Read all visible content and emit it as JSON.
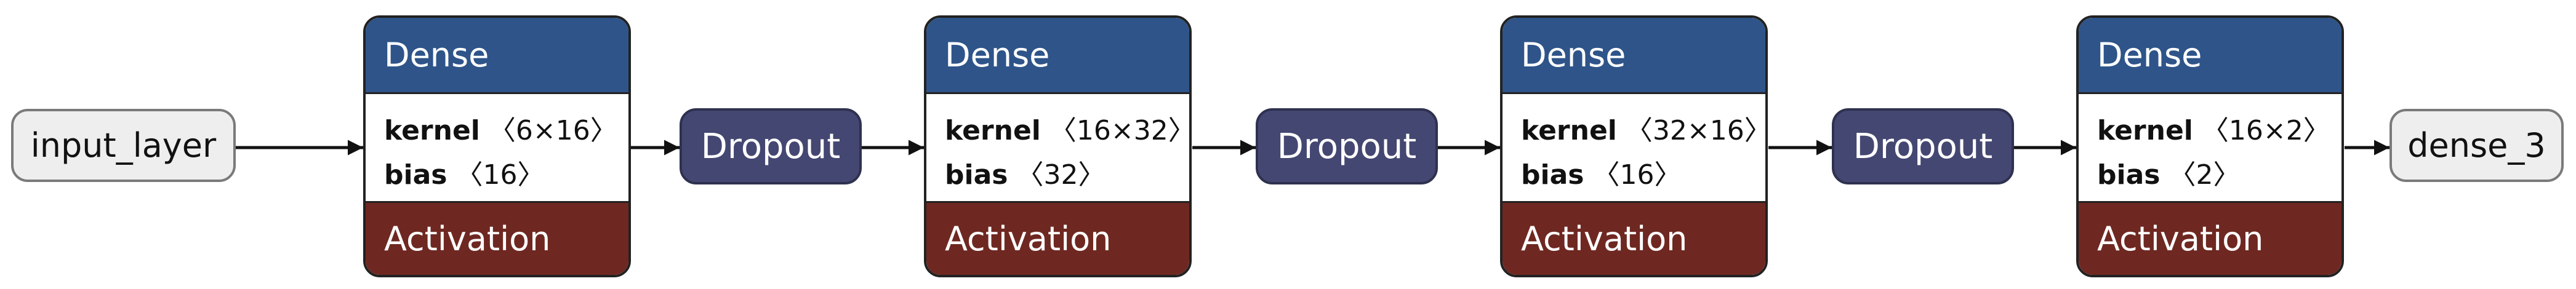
{
  "input_node": {
    "label": "input_layer"
  },
  "output_node": {
    "label": "dense_3"
  },
  "dense_layers": [
    {
      "title": "Dense",
      "kernel_label": "kernel",
      "kernel_shape": "〈6×16〉",
      "bias_label": "bias",
      "bias_shape": "〈16〉",
      "activation": "Activation"
    },
    {
      "title": "Dense",
      "kernel_label": "kernel",
      "kernel_shape": "〈16×32〉",
      "bias_label": "bias",
      "bias_shape": "〈32〉",
      "activation": "Activation"
    },
    {
      "title": "Dense",
      "kernel_label": "kernel",
      "kernel_shape": "〈32×16〉",
      "bias_label": "bias",
      "bias_shape": "〈16〉",
      "activation": "Activation"
    },
    {
      "title": "Dense",
      "kernel_label": "kernel",
      "kernel_shape": "〈16×2〉",
      "bias_label": "bias",
      "bias_shape": "〈2〉",
      "activation": "Activation"
    }
  ],
  "dropout_layers": [
    {
      "label": "Dropout"
    },
    {
      "label": "Dropout"
    },
    {
      "label": "Dropout"
    }
  ],
  "colors": {
    "dense_header": "#2e5489",
    "activation": "#6e2821",
    "dropout": "#444771",
    "io_node": "#eeeeee",
    "edge": "#111111"
  }
}
